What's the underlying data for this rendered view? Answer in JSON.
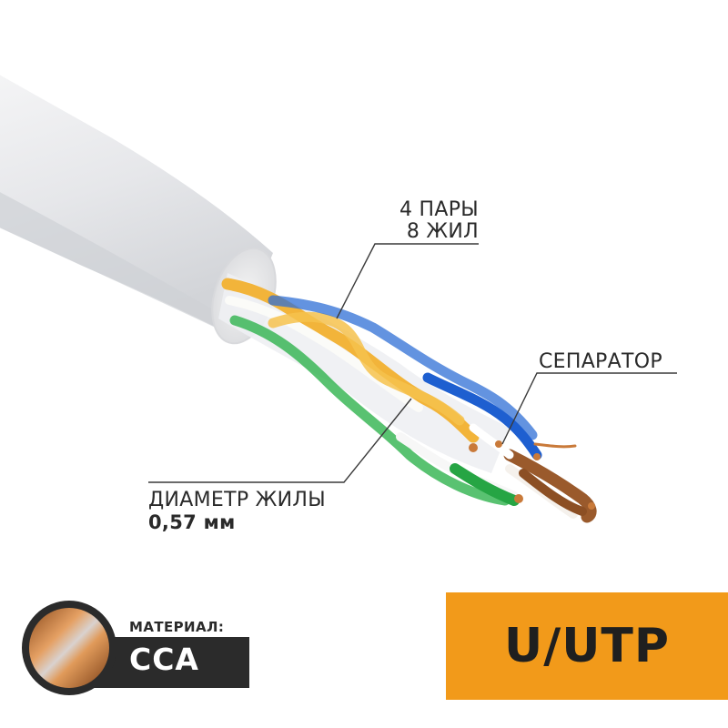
{
  "callouts": {
    "pairs_line1": "4 ПАРЫ",
    "pairs_line2": "8 ЖИЛ",
    "separator": "СЕПАРАТОР",
    "diameter_line1": "ДИАМЕТР ЖИЛЫ",
    "diameter_line2": "0,57 мм"
  },
  "material": {
    "caption": "МАТЕРИАЛ:",
    "value": "CCA"
  },
  "cable_type": {
    "value": "U/UTP",
    "badge_color": "#f29a1a"
  },
  "colors": {
    "jacket": "#e9eaec",
    "copper": "#c97a3a",
    "orange_pair": "#f2b43a",
    "blue_pair": "#2f6fd6",
    "green_pair": "#2fb34e",
    "brown_pair": "#9a5a2c"
  }
}
